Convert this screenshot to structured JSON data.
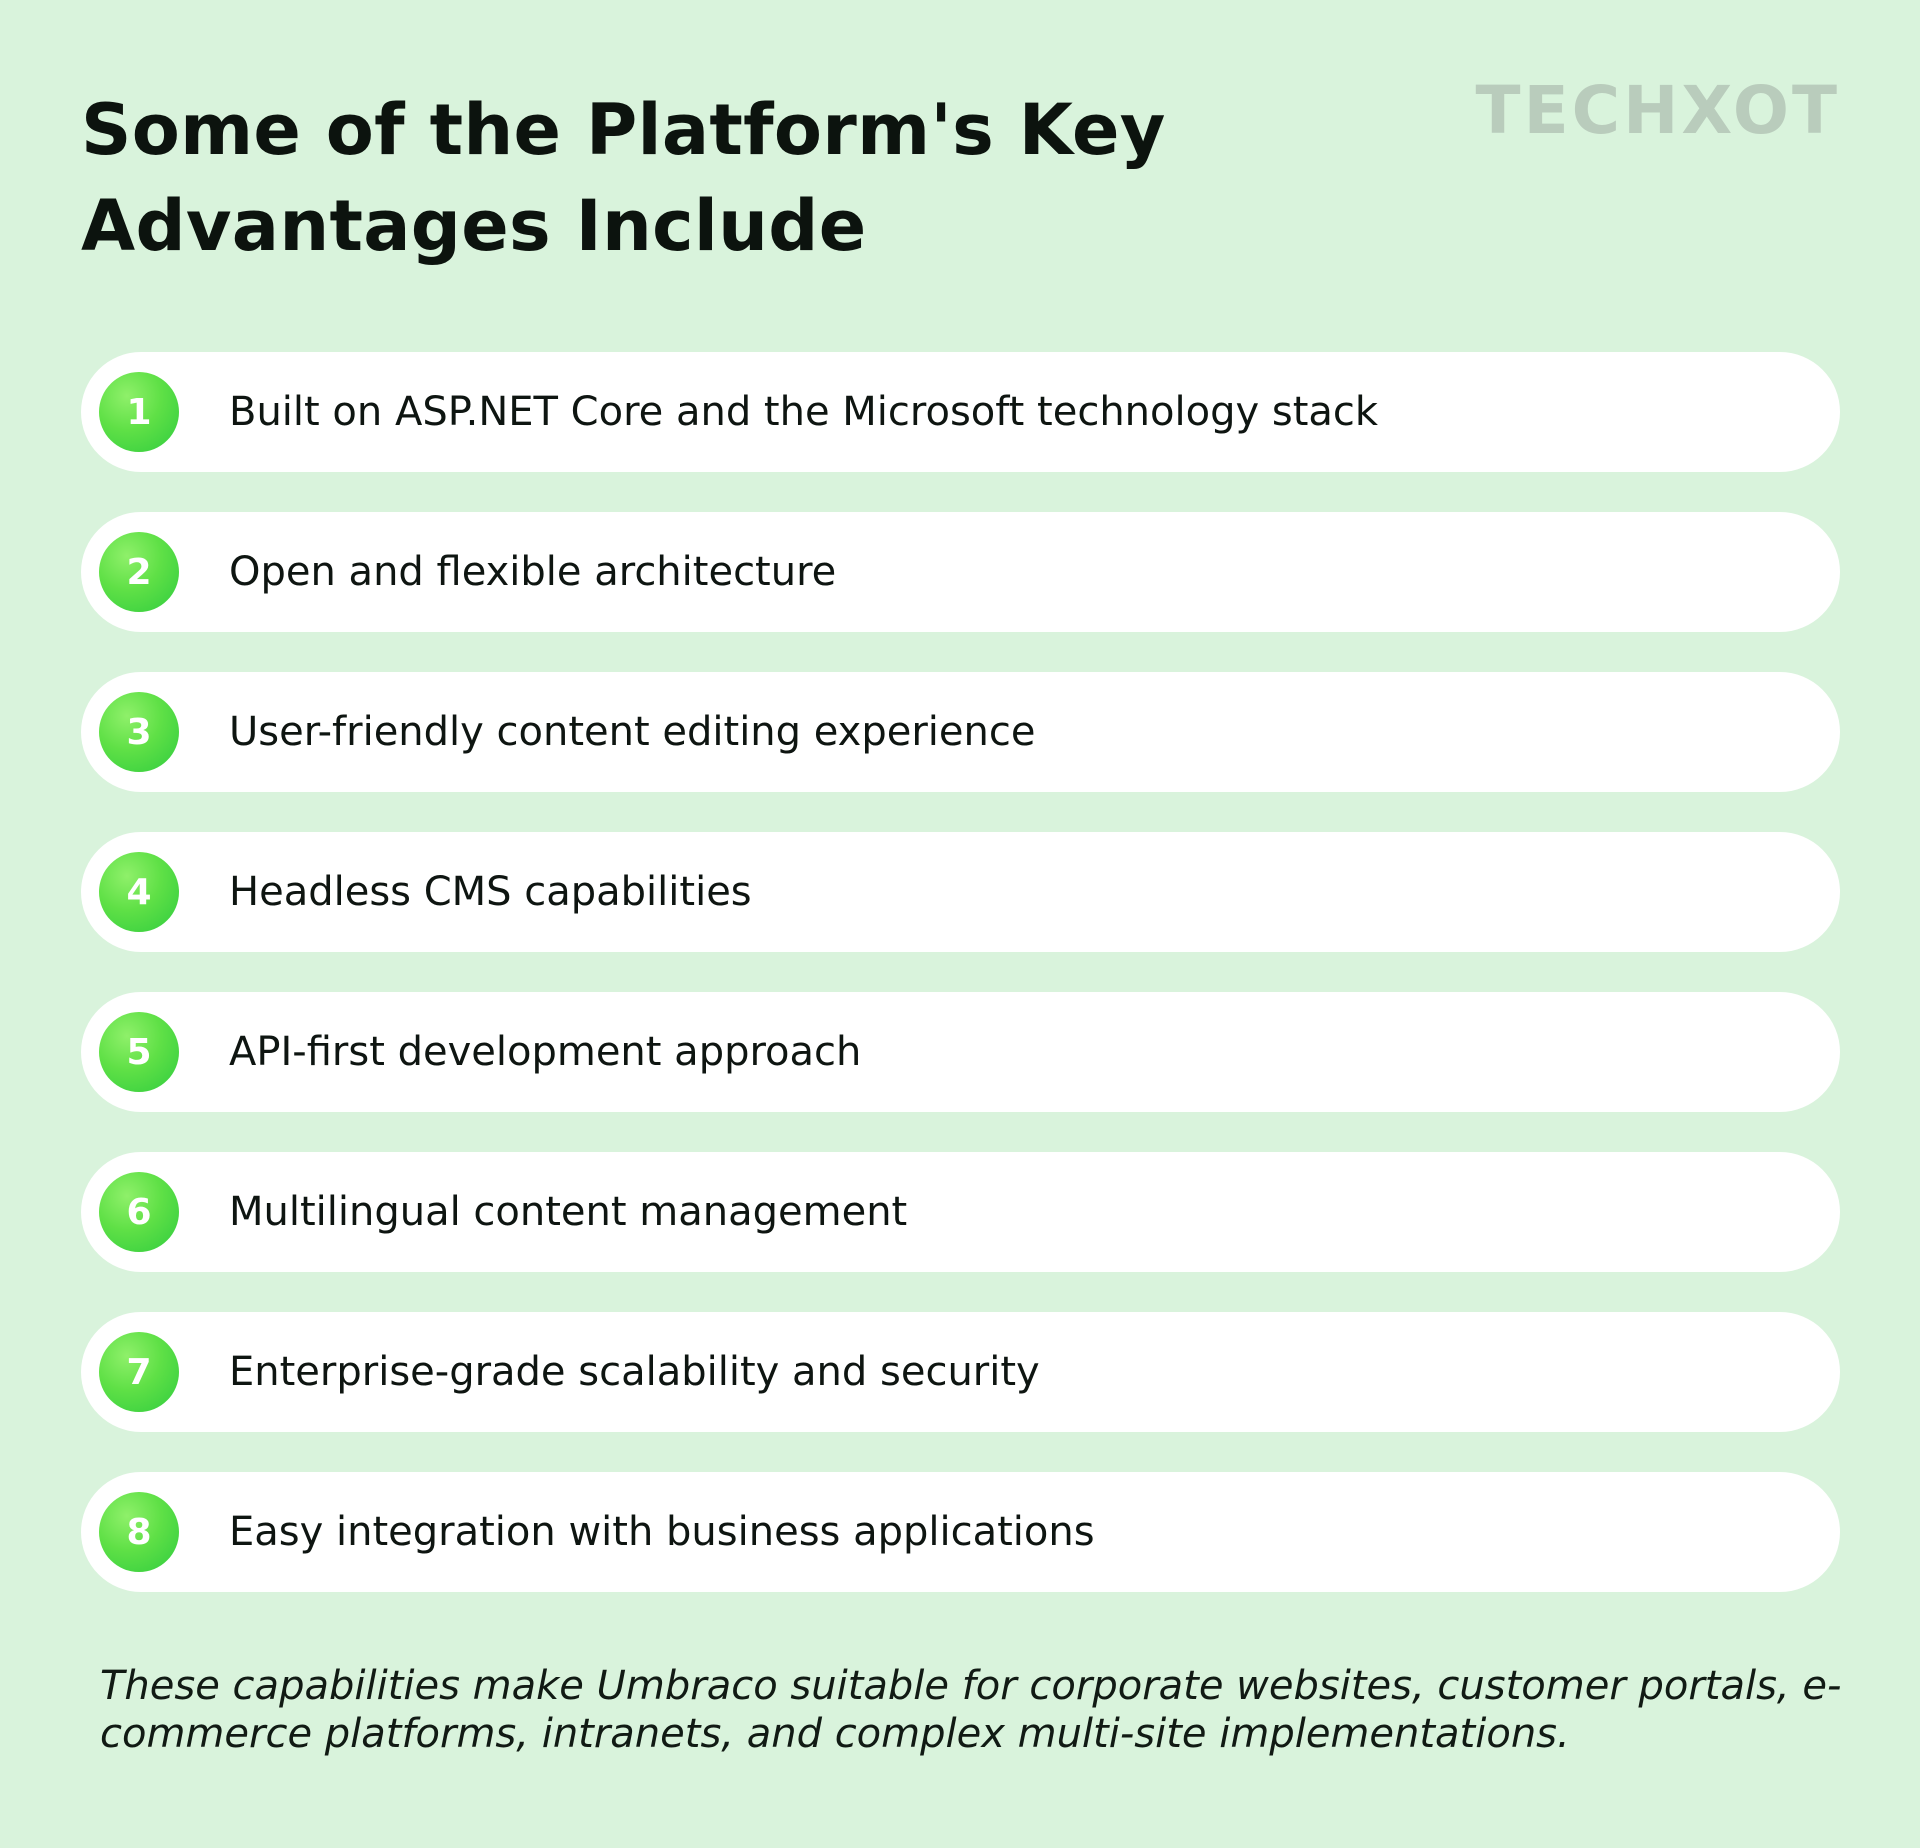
{
  "header": {
    "title": "Some of the Platform's Key Advantages Include",
    "logo_text": "TECHXOT"
  },
  "advantages": [
    {
      "number": "1",
      "text": "Built on ASP.NET Core and the Microsoft technology stack"
    },
    {
      "number": "2",
      "text": "Open and flexible architecture"
    },
    {
      "number": "3",
      "text": "User-friendly content editing experience"
    },
    {
      "number": "4",
      "text": "Headless CMS capabilities"
    },
    {
      "number": "5",
      "text": "API-first development approach"
    },
    {
      "number": "6",
      "text": "Multilingual content management"
    },
    {
      "number": "7",
      "text": "Enterprise-grade scalability and security"
    },
    {
      "number": "8",
      "text": "Easy integration with business applications"
    }
  ],
  "footer": {
    "note": "These capabilities make Umbraco suitable for corporate websites, customer portals, e-commerce platforms, intranets, and complex multi-site implementations."
  },
  "colors": {
    "background": "#d9f3dc",
    "card": "#ffffff",
    "badge_green": "#4cd843",
    "logo_gray": "#b8cabb"
  }
}
